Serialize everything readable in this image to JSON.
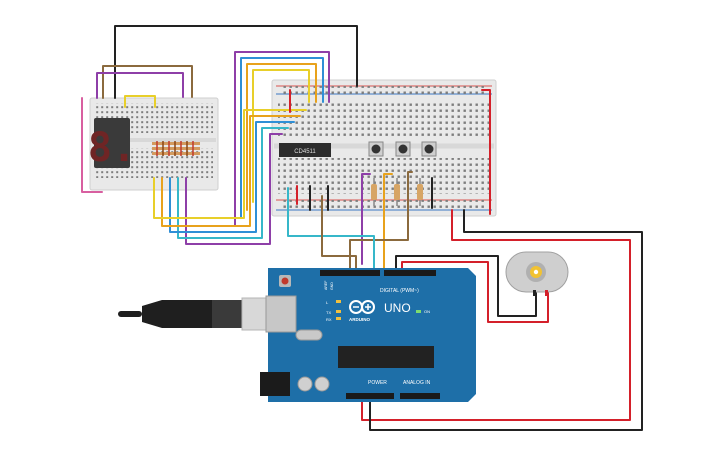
{
  "canvas": {
    "background": "#ffffff"
  },
  "components": {
    "seven_segment": {
      "digit": "8.",
      "segment_color": "#d63a3a"
    },
    "ic": {
      "part_label": "CD4511"
    },
    "arduino": {
      "model_label": "UNO",
      "brand_label": "ARDUINO",
      "digital_header_label": "DIGITAL (PWM~)",
      "power_header_label": "POWER",
      "analog_header_label": "ANALOG IN",
      "on_led_label": "ON",
      "tx_label": "TX",
      "rx_label": "RX",
      "l_label": "L",
      "aref_label": "AREF",
      "gnd_label": "GND",
      "board_color": "#1e6fa8"
    },
    "motor": {
      "name": "DC motor"
    },
    "usb_cable": {
      "name": "USB cable"
    }
  },
  "wire_colors": {
    "red": "#d4202a",
    "black": "#222222",
    "purple": "#8e3fa8",
    "blue": "#2f8fd6",
    "cyan": "#36b7c9",
    "orange": "#e8a21c",
    "yellow": "#e8cf2a",
    "brown": "#8b6a3e",
    "pink": "#d85fa0"
  }
}
